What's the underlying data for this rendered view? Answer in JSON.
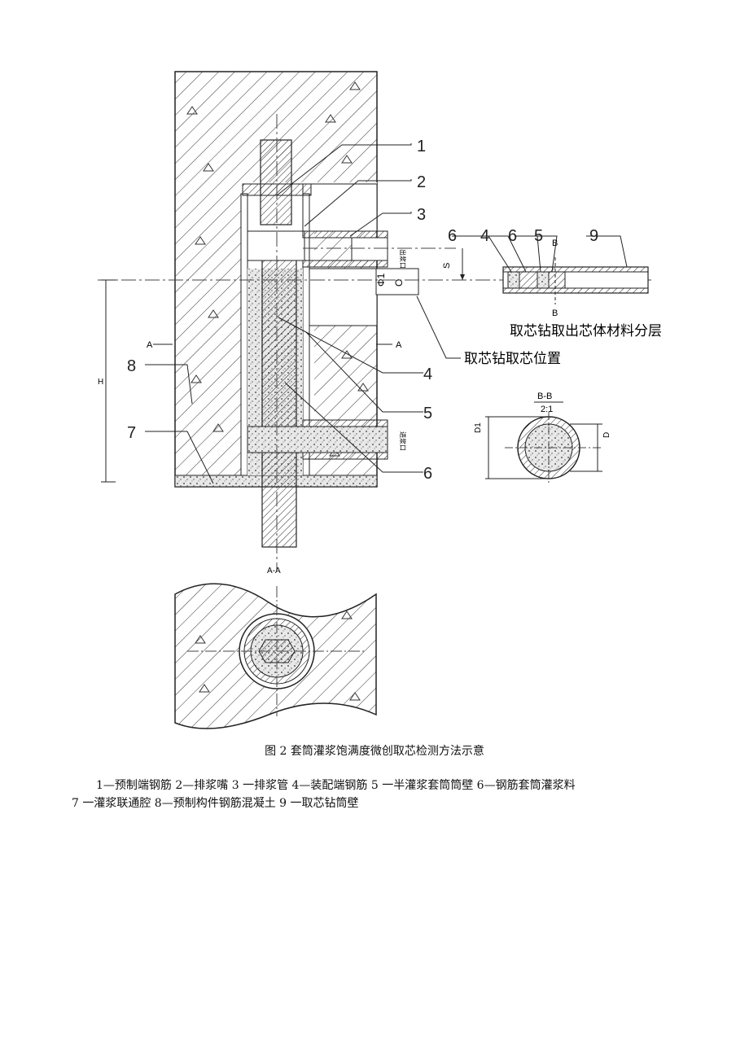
{
  "figure": {
    "caption": "图 2 套筒灌浆饱满度微创取芯检测方法示意",
    "legend_line1": "1—预制端钢筋 2—排浆嘴 3 一排浆管 4—装配端钢筋 5 一半灌浆套筒筒壁 6—钢筋套筒灌浆料",
    "legend_line2": "7 一灌浆联通腔 8—预制构件钢筋混凝土 9 一取芯钻筒壁"
  },
  "callouts": {
    "n1": "1",
    "n2": "2",
    "n3": "3",
    "n4": "4",
    "n5": "5",
    "n6": "6",
    "n7": "7",
    "n8": "8",
    "r6a": "6",
    "r4": "4",
    "r6b": "6",
    "r5": "5",
    "r9": "9"
  },
  "labels": {
    "core_layer": "取芯钻取出芯体材料分层",
    "core_position": "取芯钻取芯位置",
    "section_a_left": "A",
    "section_a_right": "A",
    "section_aa": "A-A",
    "section_b_top": "B",
    "section_b_bottom": "B",
    "section_bb": "B-B",
    "scale_bb": "2:1",
    "dim_s": "S",
    "dim_phi1": "Φ1",
    "dim_h": "H",
    "dim_d1": "D1",
    "dim_d": "D",
    "tag_outlet": "出浆口",
    "tag_inlet": "进浆口"
  }
}
